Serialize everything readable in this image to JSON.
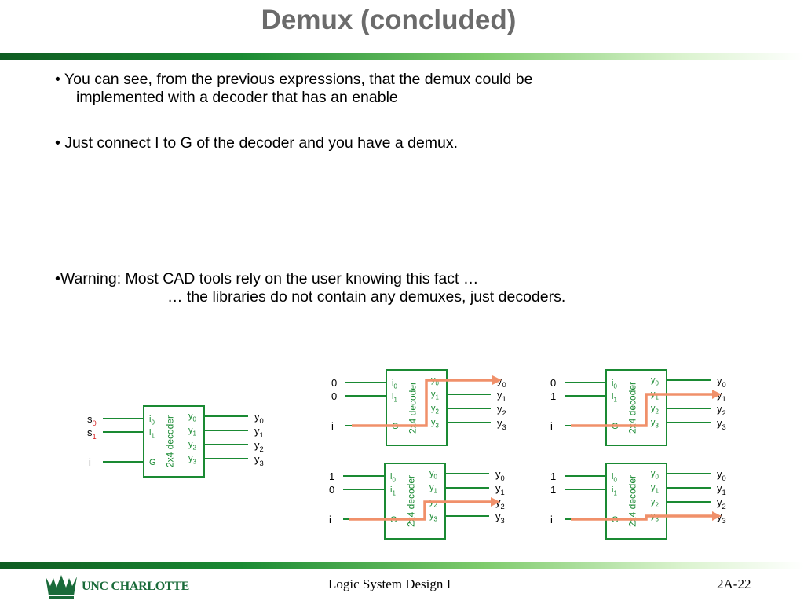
{
  "title": "Demux (concluded)",
  "bullets": {
    "b1_line1": "• You can see, from the previous expressions, that the demux could be",
    "b1_line2": "implemented with a decoder that has an enable",
    "b2": "• Just connect I to G of the decoder and you have a demux.",
    "b3_line1": "•Warning:  Most CAD tools rely on the user knowing this fact …",
    "b3_line2": "… the libraries do not contain any demuxes, just decoders."
  },
  "decoder": {
    "label": "2x4 decoder",
    "in0": "i",
    "in0_sub": "0",
    "in1": "i",
    "in1_sub": "1",
    "enable": "G",
    "out": "y",
    "subs": [
      "0",
      "1",
      "2",
      "3"
    ]
  },
  "main_inputs": {
    "s": "s",
    "s0_sub": "0",
    "s1_sub": "1",
    "i": "i"
  },
  "examples": [
    {
      "sel0": "0",
      "sel1": "0",
      "i": "i",
      "active_output": 0
    },
    {
      "sel0": "0",
      "sel1": "1",
      "i": "i",
      "active_output": 1
    },
    {
      "sel0": "1",
      "sel1": "0",
      "i": "i",
      "active_output": 2
    },
    {
      "sel0": "1",
      "sel1": "1",
      "i": "i",
      "active_output": 3
    }
  ],
  "colors": {
    "title": "#6b6b6b",
    "wire": "#1a8a33",
    "highlight": "#f0906a",
    "subscript_red": "#d62020"
  },
  "footer": {
    "logo_text": "UNC CHARLOTTE",
    "course": "Logic System Design I",
    "slide_number": "2A-22"
  }
}
